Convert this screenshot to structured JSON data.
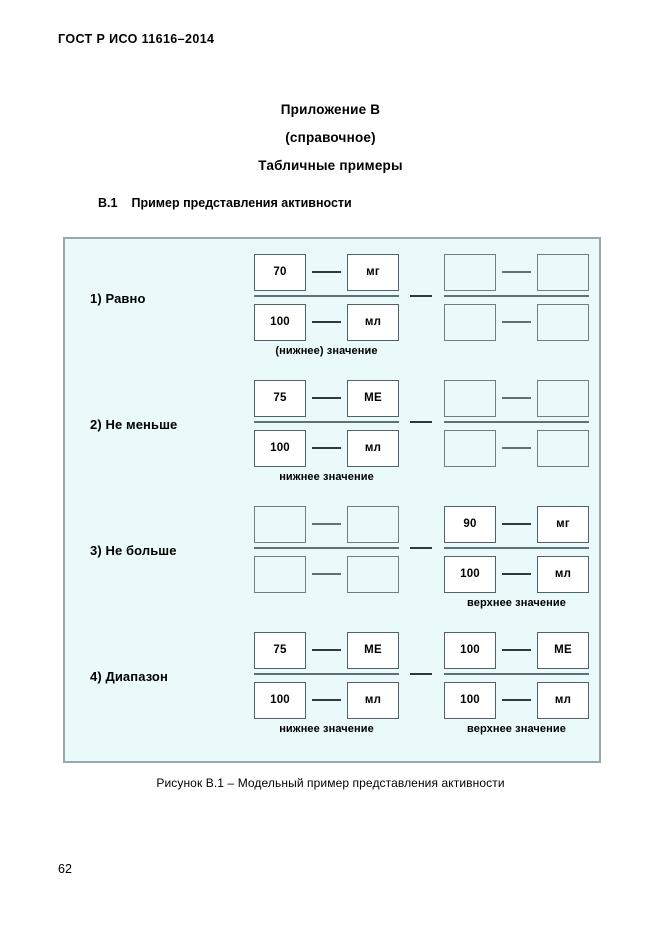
{
  "header": {
    "standard_title": "ГОСТ Р ИСО 11616–2014"
  },
  "title_block": {
    "annex": "Приложение В",
    "annex_type": "(справочное)",
    "annex_name": "Табличные примеры"
  },
  "clause": {
    "number": "В.1",
    "title": "Пример представления активности"
  },
  "figure": {
    "background_color": "#eafafa",
    "border_color": "#9aa8ae",
    "rows": [
      {
        "label": "1) Равно",
        "left": {
          "numerator": {
            "value": "70",
            "unit": "мг"
          },
          "denominator": {
            "value": "100",
            "unit": "мл"
          },
          "caption": "(нижнее) значение",
          "filled": true
        },
        "right": {
          "numerator": {
            "value": "",
            "unit": ""
          },
          "denominator": {
            "value": "",
            "unit": ""
          },
          "caption": "",
          "filled": false
        }
      },
      {
        "label": "2) Не меньше",
        "left": {
          "numerator": {
            "value": "75",
            "unit": "МЕ"
          },
          "denominator": {
            "value": "100",
            "unit": "мл"
          },
          "caption": "нижнее значение",
          "filled": true
        },
        "right": {
          "numerator": {
            "value": "",
            "unit": ""
          },
          "denominator": {
            "value": "",
            "unit": ""
          },
          "caption": "",
          "filled": false
        }
      },
      {
        "label": "3) Не больше",
        "left": {
          "numerator": {
            "value": "",
            "unit": ""
          },
          "denominator": {
            "value": "",
            "unit": ""
          },
          "caption": "",
          "filled": false
        },
        "right": {
          "numerator": {
            "value": "90",
            "unit": "мг"
          },
          "denominator": {
            "value": "100",
            "unit": "мл"
          },
          "caption": "верхнее значение",
          "filled": true
        }
      },
      {
        "label": "4) Диапазон",
        "left": {
          "numerator": {
            "value": "75",
            "unit": "МЕ"
          },
          "denominator": {
            "value": "100",
            "unit": "мл"
          },
          "caption": "нижнее значение",
          "filled": true
        },
        "right": {
          "numerator": {
            "value": "100",
            "unit": "МЕ"
          },
          "denominator": {
            "value": "100",
            "unit": "мл"
          },
          "caption": "верхнее значение",
          "filled": true
        }
      }
    ]
  },
  "figure_caption": "Рисунок В.1 – Модельный пример представления активности",
  "page_number": "62"
}
